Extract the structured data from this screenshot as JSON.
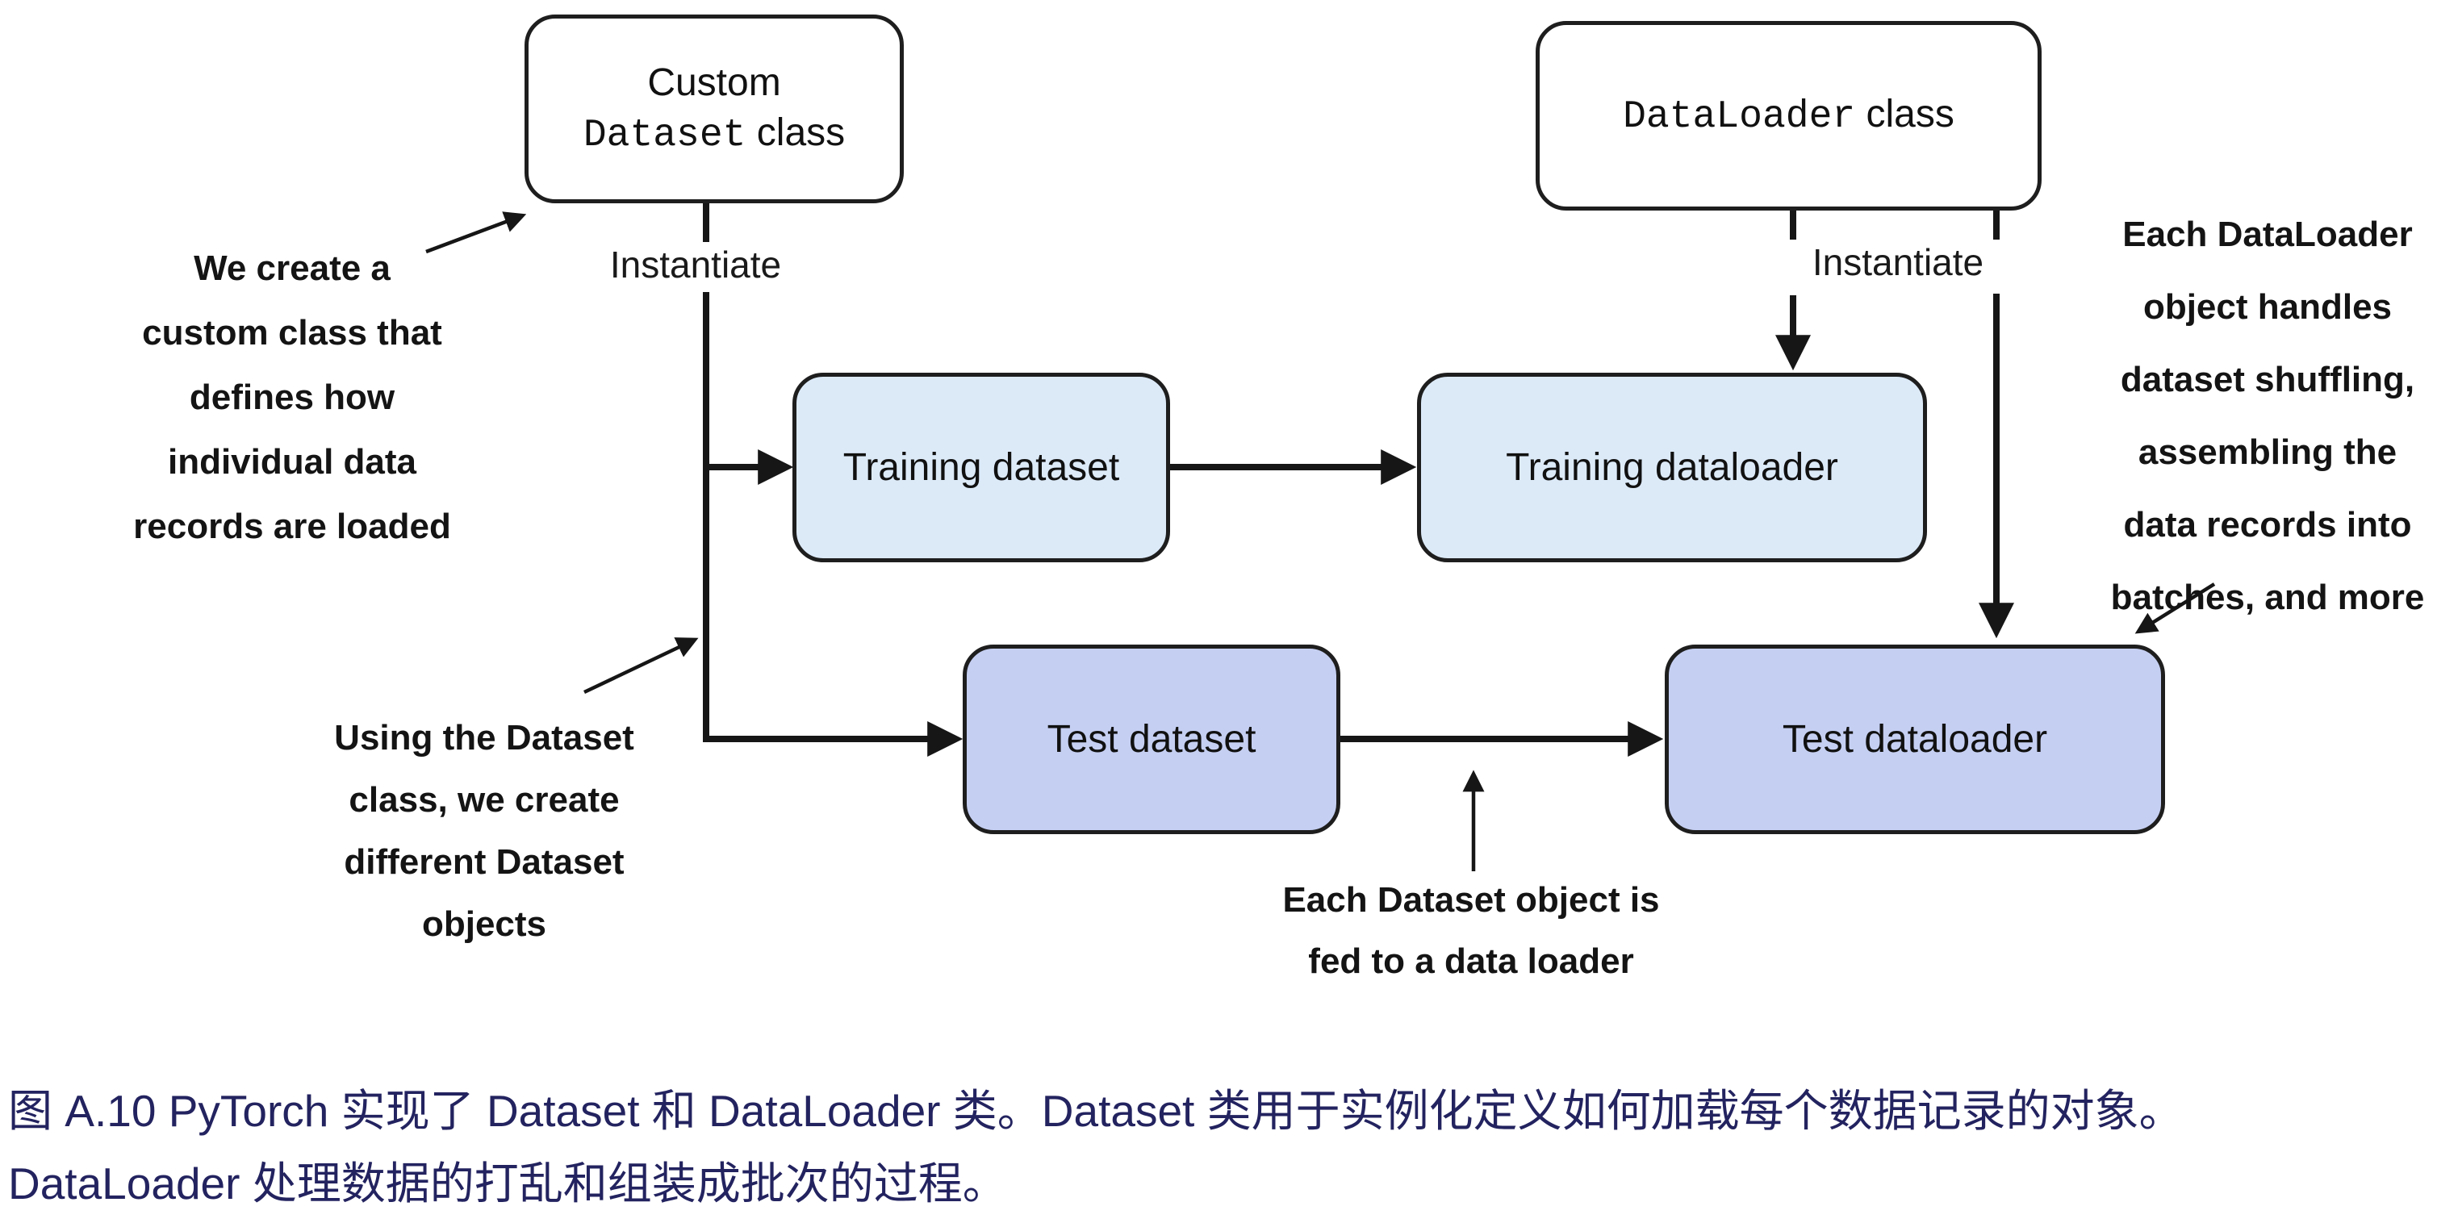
{
  "figure": {
    "boxes": {
      "custom_dataset": {
        "title_line1": "Custom",
        "code": "Dataset",
        "rest": " class"
      },
      "dataloader": {
        "code": "DataLoader",
        "rest": " class"
      },
      "training_dataset": {
        "label": "Training dataset"
      },
      "training_dataloader": {
        "label": "Training dataloader"
      },
      "test_dataset": {
        "label": "Test dataset"
      },
      "test_dataloader": {
        "label": "Test dataloader"
      }
    },
    "labels": {
      "instantiate_left": "Instantiate",
      "instantiate_right": "Instantiate"
    },
    "annotations": {
      "custom_class": {
        "lines": [
          "We create a",
          "custom class that",
          "defines how",
          "individual data",
          "records are loaded"
        ]
      },
      "dataset_objects": {
        "lines": [
          "Using the Dataset",
          "class, we create",
          "different Dataset",
          "objects"
        ]
      },
      "fed_to_loader": {
        "lines": [
          "Each Dataset object is",
          "fed to a data loader"
        ]
      },
      "dataloader_handles": {
        "lines": [
          "Each DataLoader",
          "object handles",
          "dataset shuffling,",
          "assembling the",
          "data records into",
          "batches, and more"
        ]
      }
    },
    "colors": {
      "class_box_fill": "#ffffff",
      "training_box_fill": "#dceaf8",
      "test_box_fill": "#c5cff2",
      "box_border": "#1e1e1e",
      "connector": "#161616",
      "annotation_text": "#141414",
      "caption_text": "#232360"
    }
  },
  "caption": {
    "lines": [
      "图 A.10 PyTorch 实现了 Dataset 和 DataLoader 类。Dataset 类用于实例化定义如何加载每个数据记录的对象。",
      "DataLoader 处理数据的打乱和组装成批次的过程。"
    ]
  }
}
